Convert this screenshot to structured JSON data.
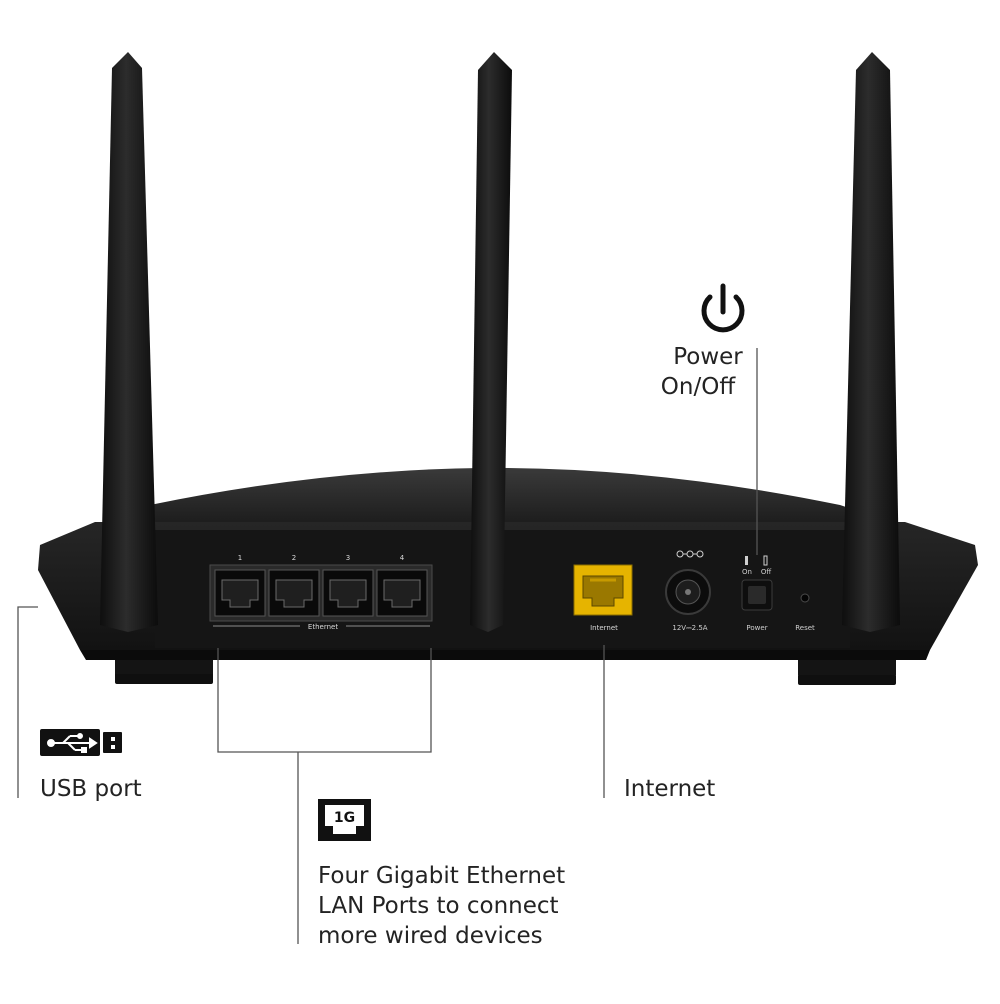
{
  "device": {
    "port_numbers": [
      "1",
      "2",
      "3",
      "4"
    ],
    "ethernet_label": "Ethernet",
    "internet_port_label": "Internet",
    "power_rating": "12V⎓2.5A",
    "power_switch_label": "Power",
    "switch_on": "On",
    "switch_off": "Off",
    "reset_label": "Reset"
  },
  "callouts": {
    "power": {
      "icon": "power-icon",
      "line1": "Power",
      "line2": "On/Off"
    },
    "usb": {
      "icon": "usb-icon",
      "label": "USB port"
    },
    "internet": {
      "label": "Internet"
    },
    "ethernet": {
      "icon": "gigabit-port-icon",
      "badge": "1G",
      "line1": "Four Gigabit Ethernet",
      "line2": "LAN Ports to connect",
      "line3": "more wired devices"
    }
  },
  "colors": {
    "device_body": "#1b1b1b",
    "internet_port": "#e6b400",
    "leader_line": "#555555"
  }
}
